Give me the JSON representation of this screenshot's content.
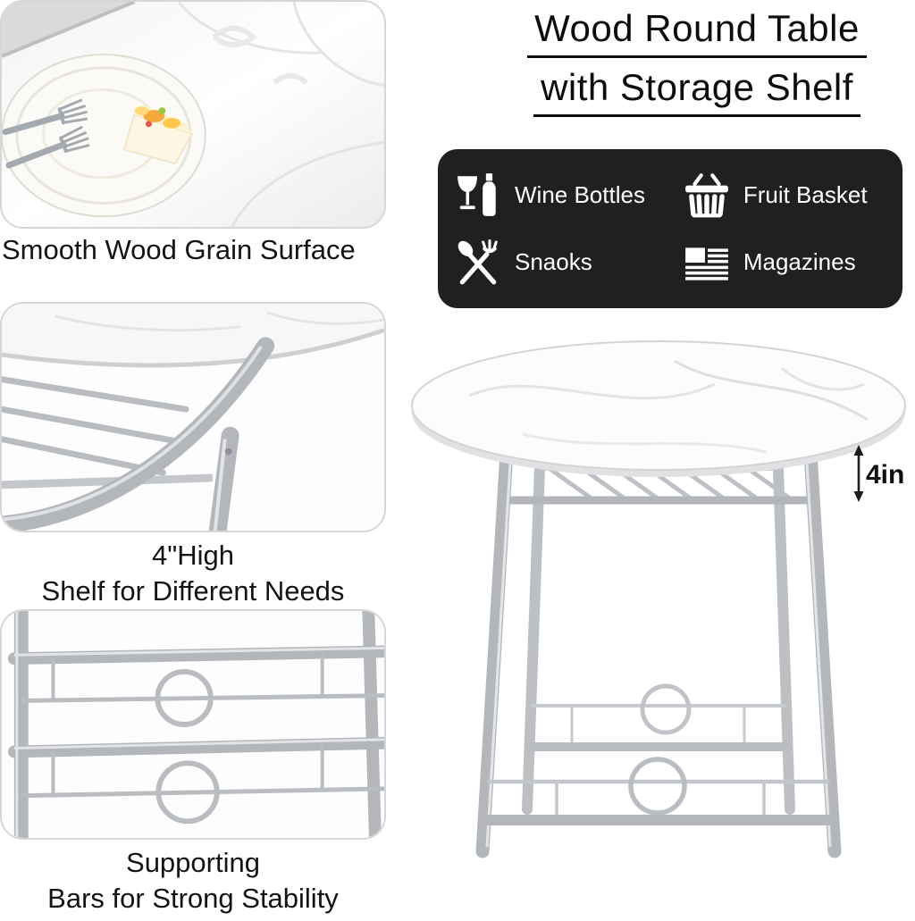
{
  "title": {
    "line1": "Wood Round Table",
    "line2": "with Storage Shelf"
  },
  "features": {
    "panel_bg": "#202020",
    "items": [
      {
        "icon": "wine-glass-bottle-icon",
        "label": "Wine Bottles"
      },
      {
        "icon": "fruit-basket-icon",
        "label": "Fruit Basket"
      },
      {
        "icon": "spoon-fork-icon",
        "label": "Snaoks"
      },
      {
        "icon": "magazines-flag-icon",
        "label": "Magazines"
      }
    ]
  },
  "sections": {
    "surface": {
      "caption": "Smooth Wood Grain Surface"
    },
    "shelf": {
      "caption_line1": "4\"High",
      "caption_line2": "Shelf for Different Needs"
    },
    "bars": {
      "caption_line1": "Supporting",
      "caption_line2": "Bars for Strong Stability"
    }
  },
  "product": {
    "dimension_label": "4in"
  },
  "colors": {
    "text": "#111111",
    "silver": "#b3b7bc",
    "panel": "#202020"
  }
}
